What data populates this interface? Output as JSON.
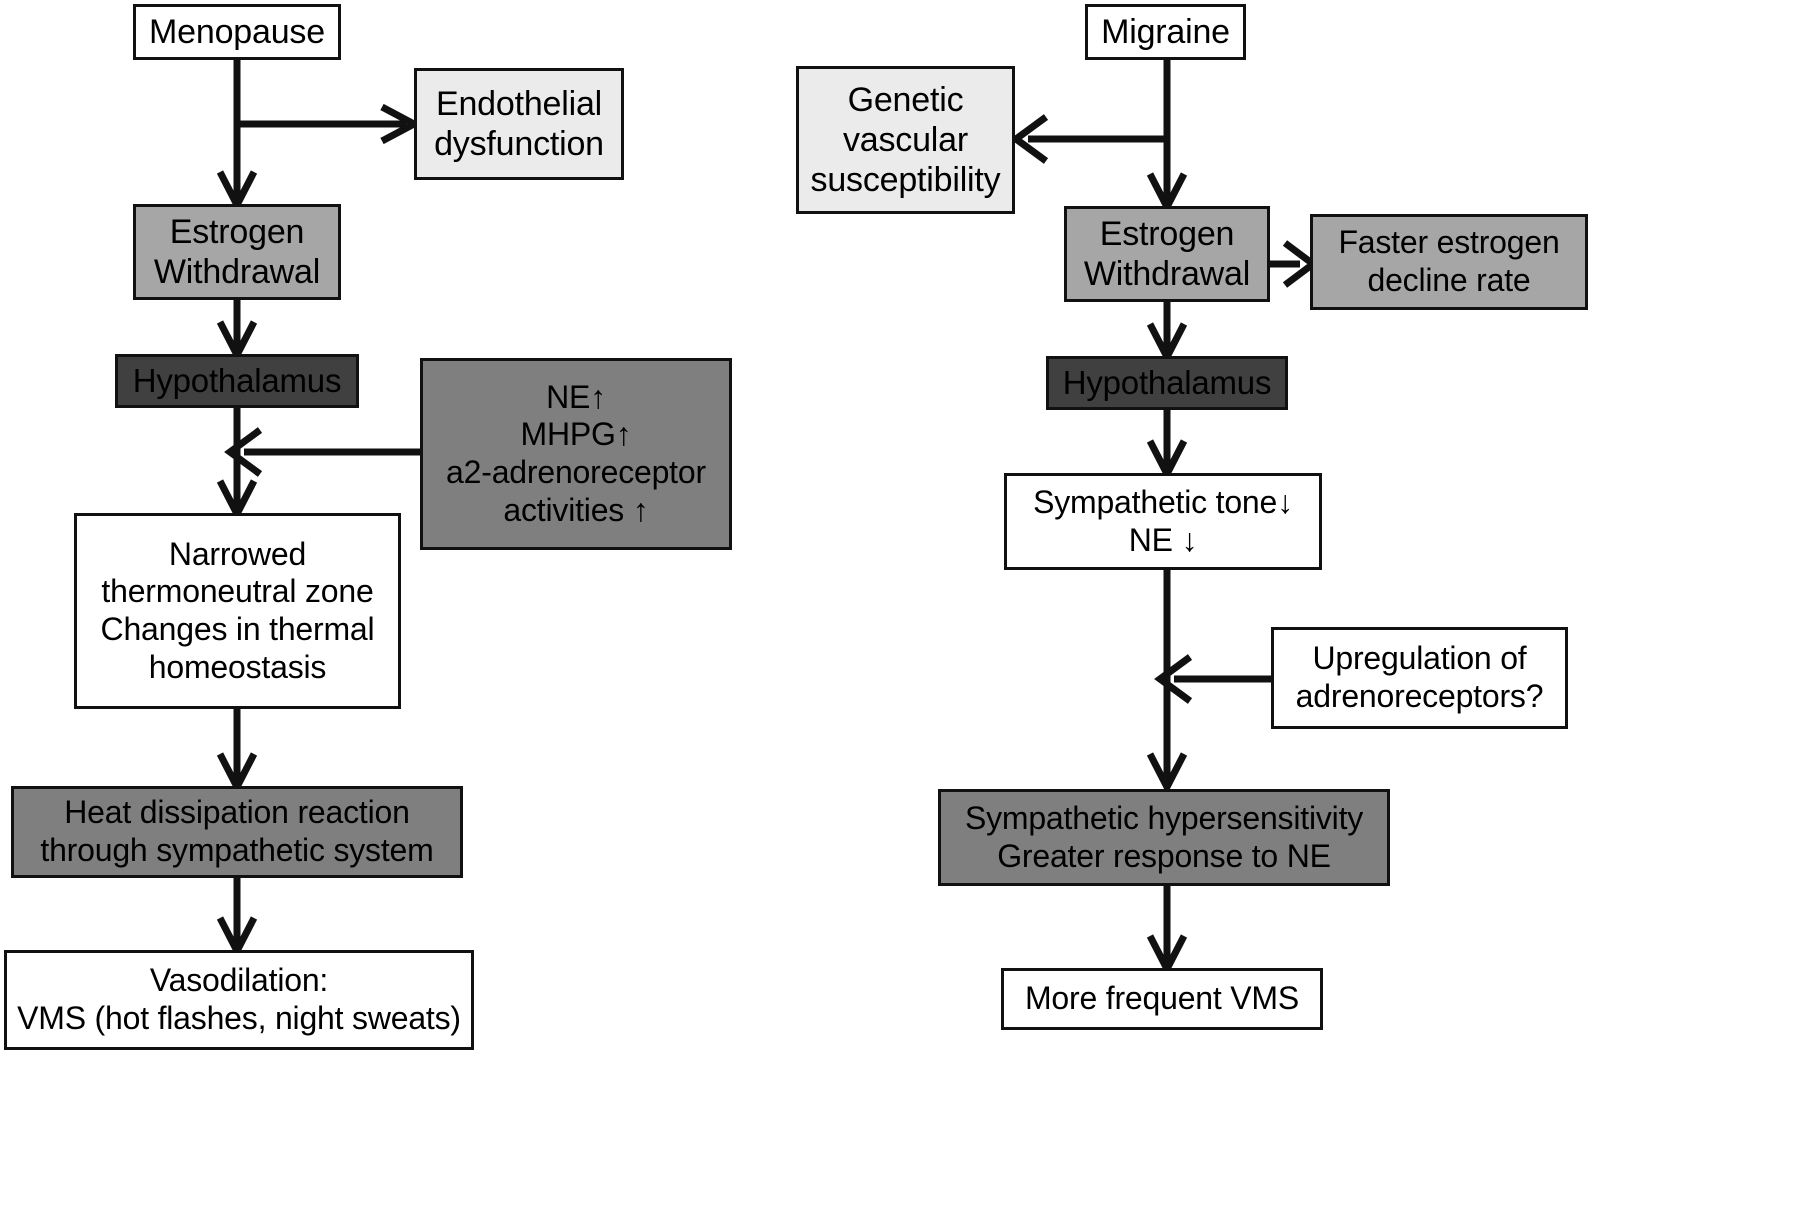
{
  "diagram": {
    "type": "flowchart",
    "title": "",
    "background_color": "#ffffff",
    "panels": [
      {
        "id": "left",
        "name": "menopause-pathway"
      },
      {
        "id": "right",
        "name": "migraine-pathway"
      }
    ],
    "colors": {
      "white": "#ffffff",
      "light_gray": "#ebebeb",
      "medium_gray": "#a6a6a6",
      "medium_gray_2": "#8f8f8f",
      "gray_b": "#7f7f7f",
      "dark_gray": "#404040",
      "outline": "#111111",
      "text": "#000000"
    },
    "left_nodes": [
      {
        "id": "menopause",
        "label": "Menopause",
        "fill": "white"
      },
      {
        "id": "endothelial-dysfunction",
        "label": "Endothelial\ndysfunction",
        "fill": "light_gray"
      },
      {
        "id": "estrogen-withdrawal-left",
        "label": "Estrogen\nWithdrawal",
        "fill": "medium_gray"
      },
      {
        "id": "hypothalamus-left",
        "label": "Hypothalamus",
        "fill": "dark_gray"
      },
      {
        "id": "ne-mhpg-adrenoreceptor",
        "label": "NE↑\nMHPG↑\na2-adrenoreceptor\nactivities ↑",
        "fill": "gray_b"
      },
      {
        "id": "narrowed-thermoneutral-zone",
        "label": "Narrowed\nthermoneutral zone\nChanges in thermal\nhomeostasis",
        "fill": "white"
      },
      {
        "id": "heat-dissipation-reaction",
        "label": "Heat dissipation reaction\nthrough sympathetic system",
        "fill": "gray_b"
      },
      {
        "id": "vasodilation-vms",
        "label": "Vasodilation:\nVMS (hot flashes, night sweats)",
        "fill": "white"
      }
    ],
    "right_nodes": [
      {
        "id": "migraine",
        "label": "Migraine",
        "fill": "white"
      },
      {
        "id": "genetic-vascular-susceptibility",
        "label": "Genetic\nvascular\nsusceptibility",
        "fill": "light_gray"
      },
      {
        "id": "estrogen-withdrawal-right",
        "label": "Estrogen\nWithdrawal",
        "fill": "medium_gray"
      },
      {
        "id": "faster-estrogen-decline-rate",
        "label": "Faster estrogen\ndecline rate",
        "fill": "medium_gray"
      },
      {
        "id": "hypothalamus-right",
        "label": "Hypothalamus",
        "fill": "dark_gray"
      },
      {
        "id": "sympathetic-tone-ne",
        "label": "Sympathetic tone↓\nNE ↓",
        "fill": "white"
      },
      {
        "id": "upregulation-adrenoreceptors",
        "label": "Upregulation of\nadrenoreceptors?",
        "fill": "white"
      },
      {
        "id": "sympathetic-hypersensitivity",
        "label": "Sympathetic hypersensitivity\nGreater response to NE",
        "fill": "gray_b"
      },
      {
        "id": "more-frequent-vms",
        "label": "More frequent VMS",
        "fill": "white"
      }
    ],
    "left_edges": [
      {
        "from": "menopause",
        "to": "endothelial-dysfunction",
        "direction": "right"
      },
      {
        "from": "menopause",
        "to": "estrogen-withdrawal-left",
        "direction": "down"
      },
      {
        "from": "estrogen-withdrawal-left",
        "to": "hypothalamus-left",
        "direction": "down"
      },
      {
        "from": "ne-mhpg-adrenoreceptor",
        "to": "hypothalamus-left-outflow",
        "direction": "left"
      },
      {
        "from": "hypothalamus-left",
        "to": "narrowed-thermoneutral-zone",
        "direction": "down"
      },
      {
        "from": "narrowed-thermoneutral-zone",
        "to": "heat-dissipation-reaction",
        "direction": "down"
      },
      {
        "from": "heat-dissipation-reaction",
        "to": "vasodilation-vms",
        "direction": "down"
      }
    ],
    "right_edges": [
      {
        "from": "migraine",
        "to": "genetic-vascular-susceptibility",
        "direction": "left"
      },
      {
        "from": "migraine",
        "to": "estrogen-withdrawal-right",
        "direction": "down"
      },
      {
        "from": "estrogen-withdrawal-right",
        "to": "faster-estrogen-decline-rate",
        "direction": "right"
      },
      {
        "from": "estrogen-withdrawal-right",
        "to": "hypothalamus-right",
        "direction": "down"
      },
      {
        "from": "hypothalamus-right",
        "to": "sympathetic-tone-ne",
        "direction": "down"
      },
      {
        "from": "upregulation-adrenoreceptors",
        "to": "sympathetic-tone-outflow",
        "direction": "left"
      },
      {
        "from": "sympathetic-tone-ne",
        "to": "sympathetic-hypersensitivity",
        "direction": "down"
      },
      {
        "from": "sympathetic-hypersensitivity",
        "to": "more-frequent-vms",
        "direction": "down"
      }
    ]
  }
}
